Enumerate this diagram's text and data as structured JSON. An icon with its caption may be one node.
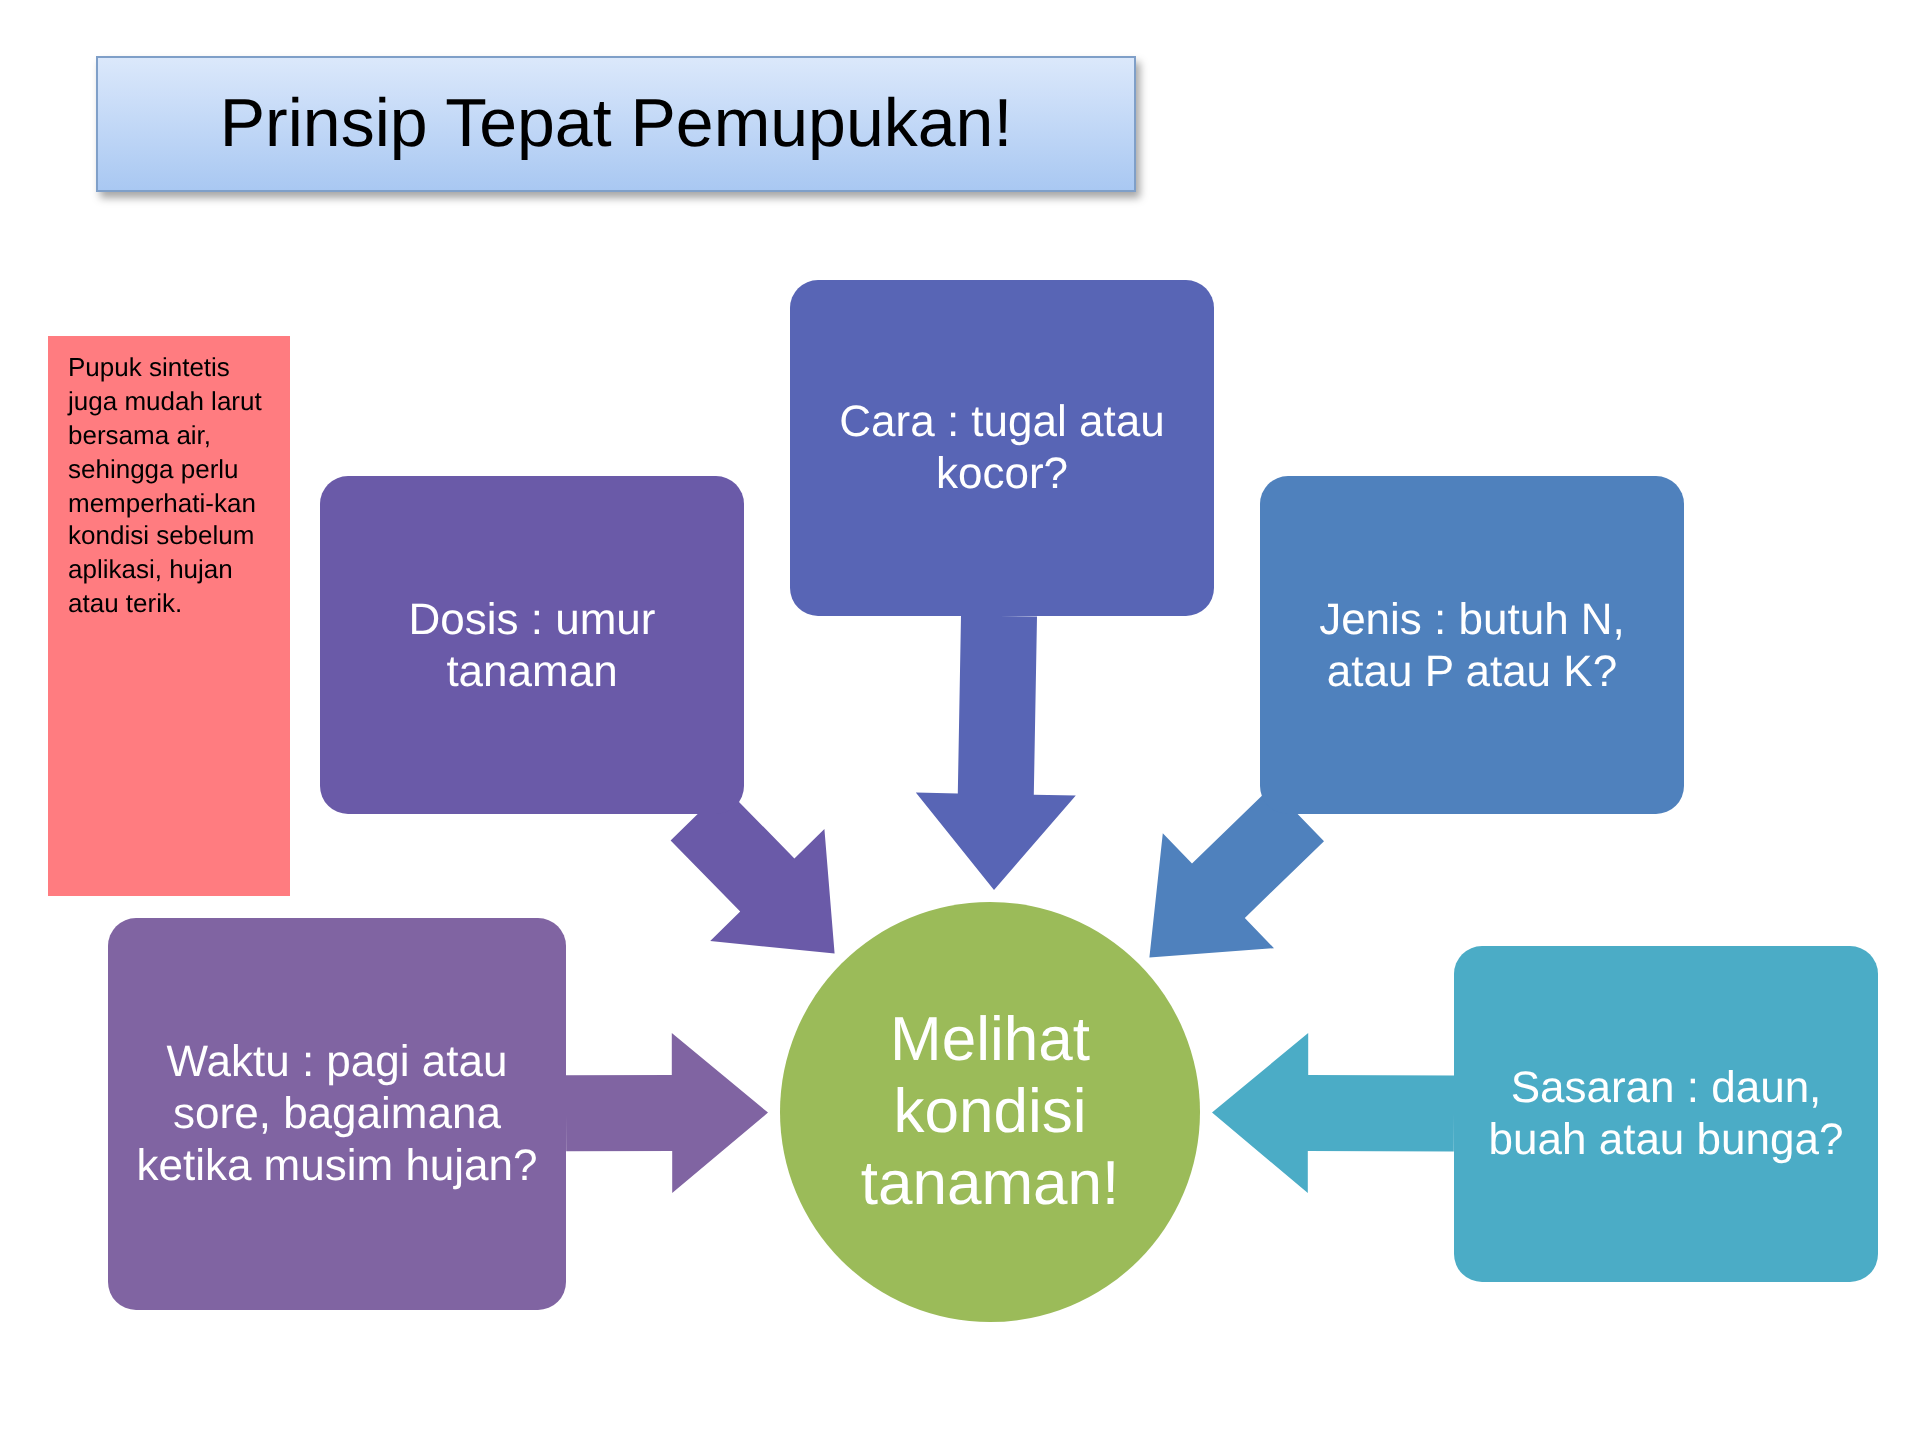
{
  "diagram": {
    "title": "Prinsip Tepat Pemupukan!",
    "nodes": [
      {
        "text": [
          "Cara : tugal atau kocor?"
        ]
      },
      {
        "text": [
          "Pupuk sintetis juga mudah larut bersama air, sehingga perlu memperhati-kan kondisi sebelum aplikasi, hujan atau terik."
        ]
      },
      {
        "text": [
          "Dosis : umur tanaman"
        ]
      },
      {
        "text": [
          "Jenis : butuh N, atau P atau K?"
        ]
      },
      {
        "text": [
          "Waktu : pagi atau sore, bagaimana ketika musim hujan?"
        ]
      },
      {
        "text": [
          "Melihat kondisi tanaman!"
        ]
      },
      {
        "text": [
          "Sasaran : daun, buah atau bunga?"
        ]
      }
    ],
    "edges": [
      {
        "from": 0,
        "to": 5,
        "arrow": "to",
        "style": "thick",
        "color": "#5865b5"
      },
      {
        "from": 2,
        "to": 5,
        "arrow": "to",
        "style": "thick",
        "color": "#6a5aa8"
      },
      {
        "from": 3,
        "to": 5,
        "arrow": "to",
        "style": "thick",
        "color": "#4f81bd"
      },
      {
        "from": 4,
        "to": 5,
        "arrow": "to",
        "style": "thick",
        "color": "#8064a2"
      },
      {
        "from": 6,
        "to": 5,
        "arrow": "to",
        "style": "thick",
        "color": "#4bacc6"
      }
    ]
  }
}
